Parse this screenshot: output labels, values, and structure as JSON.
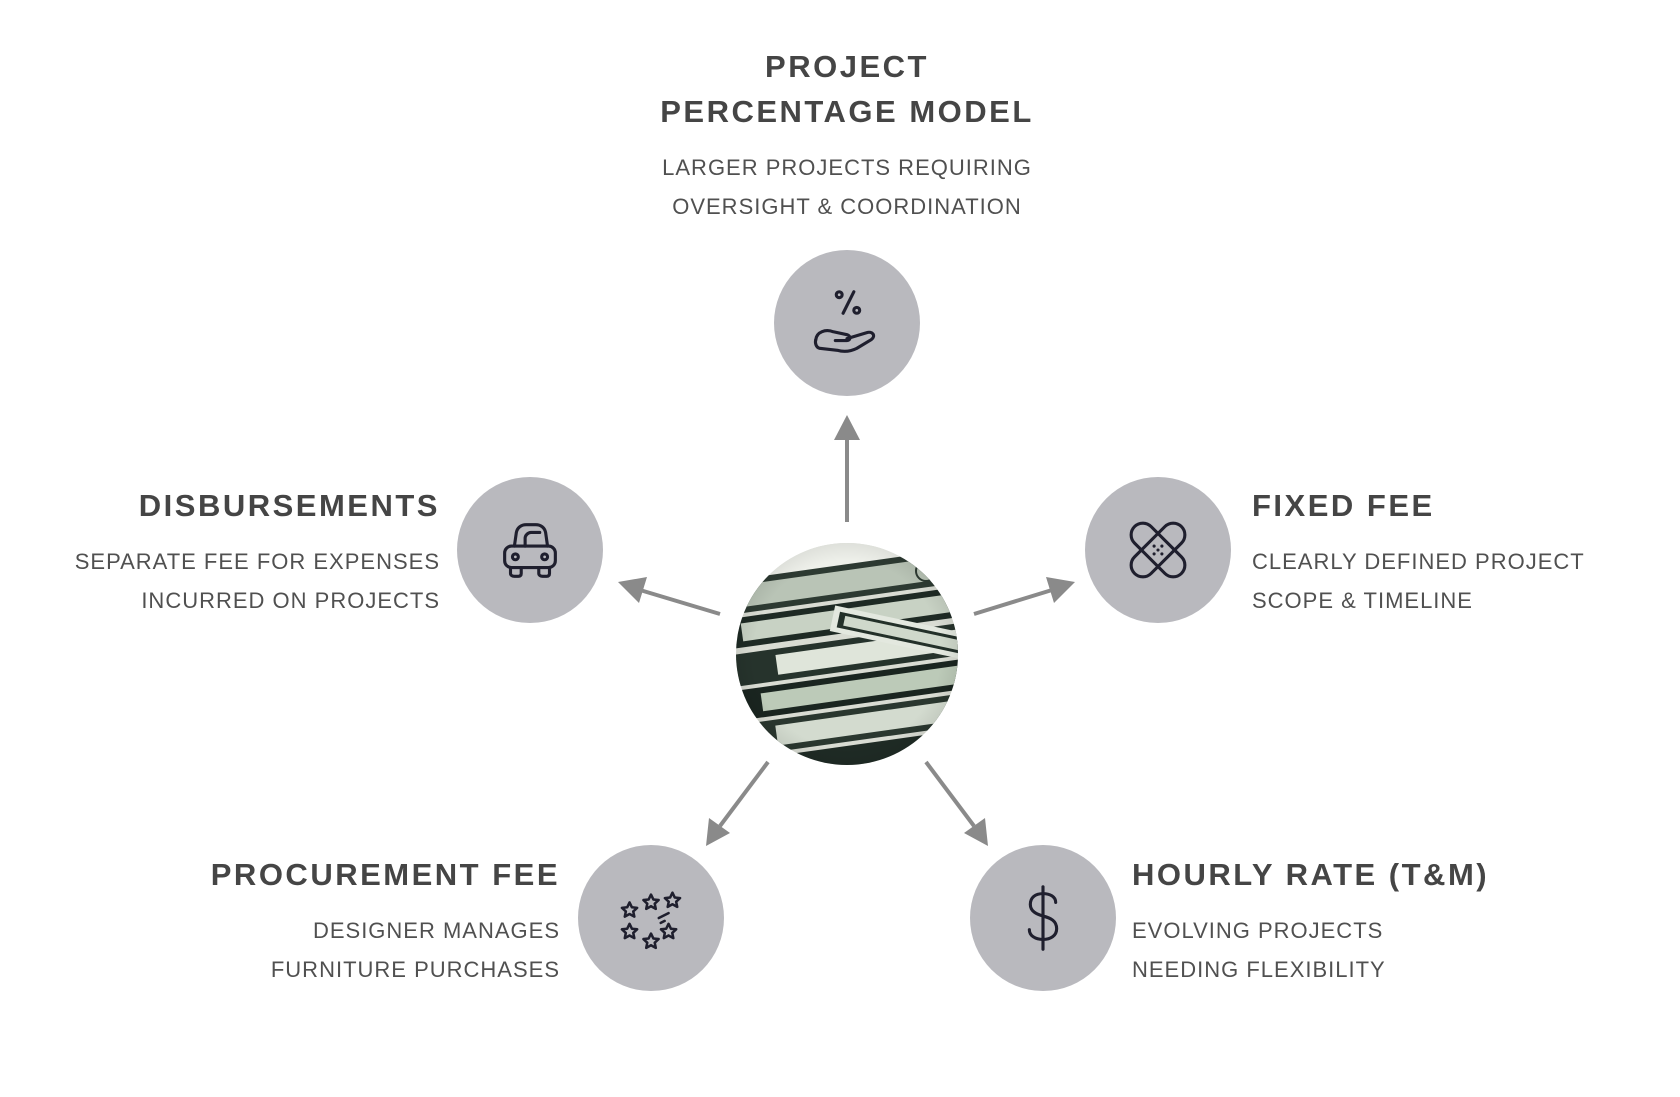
{
  "center": {
    "image": "money-stack-photo"
  },
  "nodes": {
    "top": {
      "title_lines": [
        "PROJECT",
        "PERCENTAGE MODEL"
      ],
      "desc_lines": [
        "LARGER PROJECTS REQUIRING",
        "OVERSIGHT & COORDINATION"
      ],
      "icon": "percent-hand-icon"
    },
    "left": {
      "title": "DISBURSEMENTS",
      "desc_lines": [
        "SEPARATE FEE FOR EXPENSES",
        "INCURRED ON PROJECTS"
      ],
      "icon": "car-icon"
    },
    "right": {
      "title": "FIXED FEE",
      "desc_lines": [
        "CLEARLY DEFINED PROJECT",
        "SCOPE & TIMELINE"
      ],
      "icon": "bandage-icon"
    },
    "bottom_left": {
      "title": "PROCUREMENT FEE",
      "desc_lines": [
        "DESIGNER  MANAGES",
        "FURNITURE  PURCHASES"
      ],
      "icon": "stars-icon"
    },
    "bottom_right": {
      "title": "HOURLY RATE (T&M)",
      "desc_lines": [
        "EVOLVING PROJECTS",
        "NEEDING FLEXIBILITY"
      ],
      "icon": "dollar-icon"
    }
  },
  "colors": {
    "icon_circle": "#b9b9be",
    "arrow": "#8a8a8a",
    "title": "#454545",
    "text": "#505050",
    "icon_stroke": "#1f1f2e"
  }
}
